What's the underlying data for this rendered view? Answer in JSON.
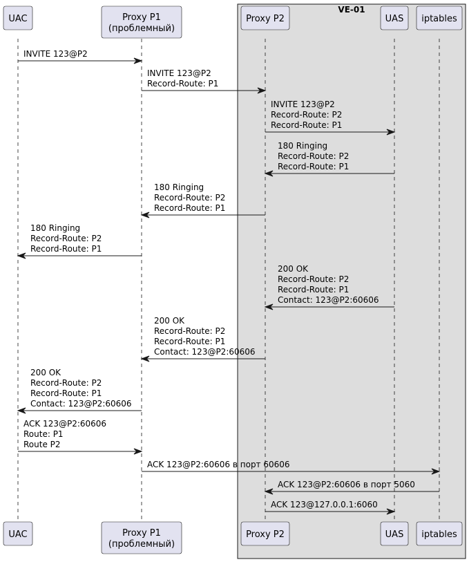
{
  "group": {
    "title": "VE-01"
  },
  "participants": [
    {
      "id": "uac",
      "lines": [
        "UAC"
      ]
    },
    {
      "id": "p1",
      "lines": [
        "Proxy P1",
        "(проблемный)"
      ]
    },
    {
      "id": "p2",
      "lines": [
        "Proxy P2"
      ]
    },
    {
      "id": "uas",
      "lines": [
        "UAS"
      ]
    },
    {
      "id": "ipt",
      "lines": [
        "iptables"
      ]
    }
  ],
  "messages": [
    {
      "from": "uac",
      "to": "p1",
      "lines": [
        "INVITE 123@P2"
      ]
    },
    {
      "from": "p1",
      "to": "p2",
      "lines": [
        "INVITE 123@P2",
        "Record-Route: P1"
      ]
    },
    {
      "from": "p2",
      "to": "uas",
      "lines": [
        "INVITE 123@P2",
        "Record-Route: P2",
        "Record-Route: P1"
      ]
    },
    {
      "from": "uas",
      "to": "p2",
      "lines": [
        "180 Ringing",
        "Record-Route: P2",
        "Record-Route: P1"
      ]
    },
    {
      "from": "p2",
      "to": "p1",
      "lines": [
        "180 Ringing",
        "Record-Route: P2",
        "Record-Route: P1"
      ]
    },
    {
      "from": "p1",
      "to": "uac",
      "lines": [
        "180 Ringing",
        "Record-Route: P2",
        "Record-Route: P1"
      ]
    },
    {
      "from": "uas",
      "to": "p2",
      "lines": [
        "200 OK",
        "Record-Route: P2",
        "Record-Route: P1",
        "Contact: 123@P2:60606"
      ]
    },
    {
      "from": "p2",
      "to": "p1",
      "lines": [
        "200 OK",
        "Record-Route: P2",
        "Record-Route: P1",
        "Contact: 123@P2:60606"
      ]
    },
    {
      "from": "p1",
      "to": "uac",
      "lines": [
        "200 OK",
        "Record-Route: P2",
        "Record-Route: P1",
        "Contact: 123@P2:60606"
      ]
    },
    {
      "from": "uac",
      "to": "p1",
      "lines": [
        "ACK 123@P2:60606",
        "Route: P1",
        "Route P2"
      ]
    },
    {
      "from": "p1",
      "to": "ipt",
      "lines": [
        "ACK 123@P2:60606 в порт 60606"
      ]
    },
    {
      "from": "ipt",
      "to": "p2",
      "lines": [
        "ACK 123@P2:60606 в порт 5060"
      ]
    },
    {
      "from": "p2",
      "to": "uas",
      "lines": [
        "ACK 123@127.0.0.1:6060"
      ]
    }
  ],
  "colors": {
    "participant_fill": "#e2e2f0",
    "participant_border": "#181818",
    "group_fill": "#dddddd",
    "line": "#181818"
  }
}
